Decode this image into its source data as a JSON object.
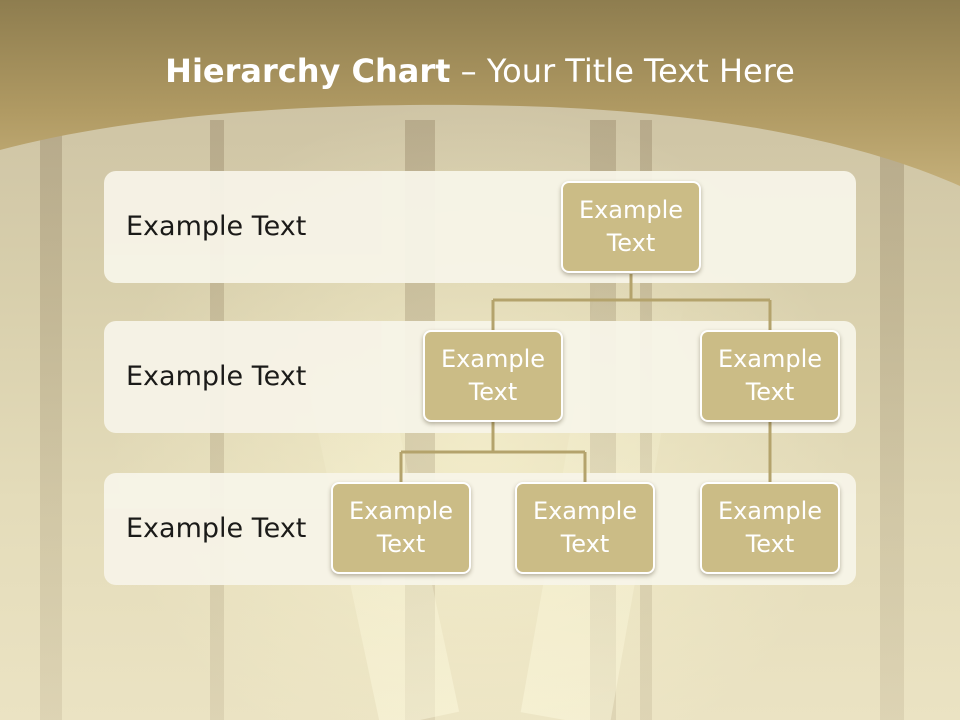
{
  "slide": {
    "title_bold": "Hierarchy Chart",
    "title_rest": " – Your Title Text Here"
  },
  "rows": [
    {
      "label": "Example Text"
    },
    {
      "label": "Example Text"
    },
    {
      "label": "Example Text"
    }
  ],
  "nodes": {
    "root": "Example\nText",
    "level2_left": "Example\nText",
    "level2_right": "Example\nText",
    "level3_a": "Example\nText",
    "level3_b": "Example\nText",
    "level3_c": "Example\nText"
  },
  "colors": {
    "banner": "#a89260",
    "node_fill": "#cbbc86",
    "row_fill": "#f7f4e8",
    "connector": "#b4a36c"
  }
}
